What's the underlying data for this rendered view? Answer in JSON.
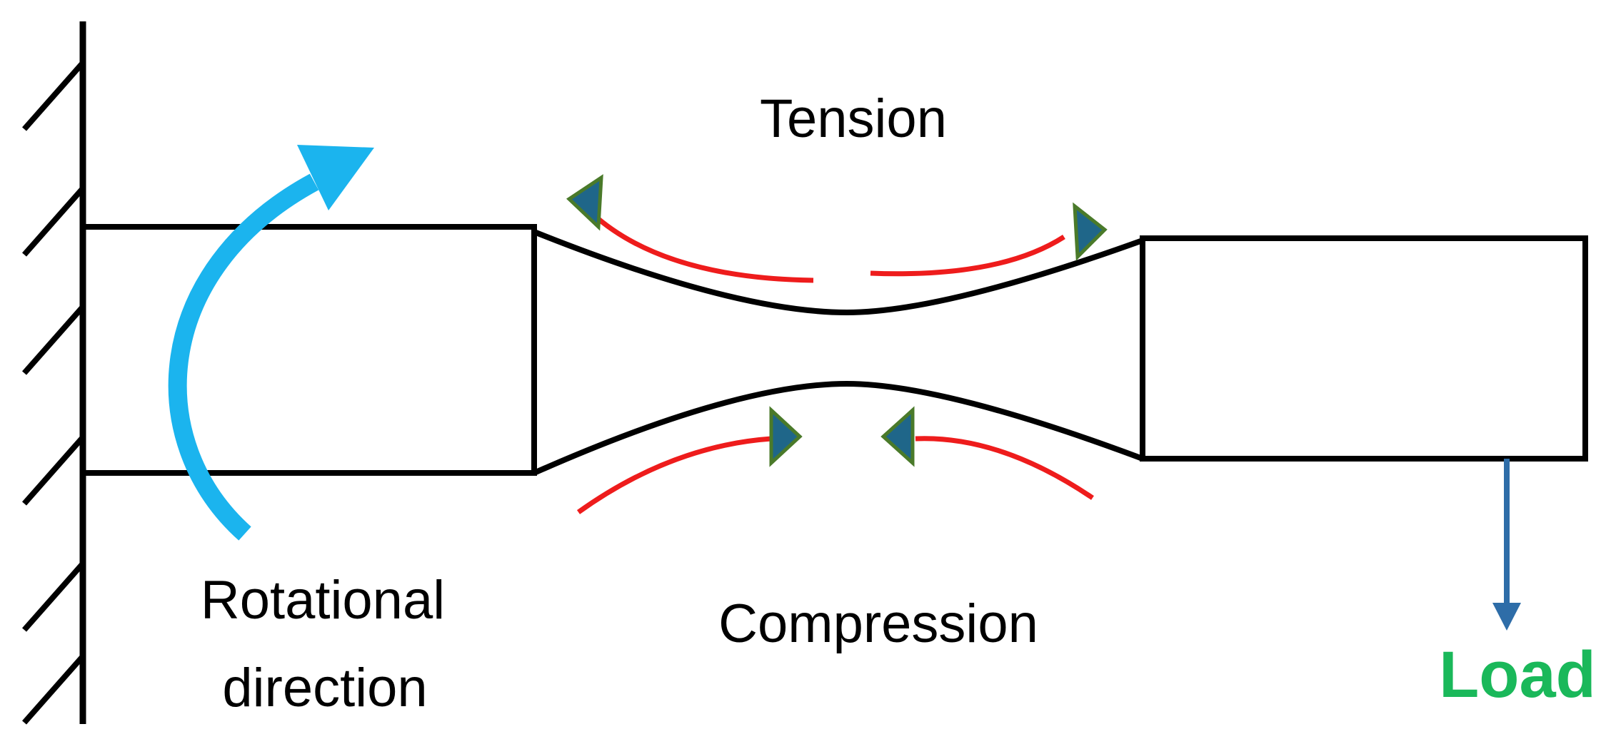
{
  "labels": {
    "tension": "Tension",
    "compression": "Compression",
    "rotational_line1": "Rotational",
    "rotational_line2": "direction",
    "load": "Load"
  },
  "colors": {
    "outline": "#000000",
    "rotation_arrow": "#1bb4ee",
    "stress_line": "#ee1c1c",
    "stress_arrow_fill": "#1f6689",
    "stress_arrow_stroke": "#4a7a2a",
    "load_arrow": "#2e6da8",
    "load_text": "#1ab85a"
  },
  "icons": {
    "fixed_support": "hatched-wall-icon",
    "rotation": "curved-arrow-icon",
    "stress": "triangle-arrowhead-icon",
    "load": "down-arrow-icon"
  }
}
